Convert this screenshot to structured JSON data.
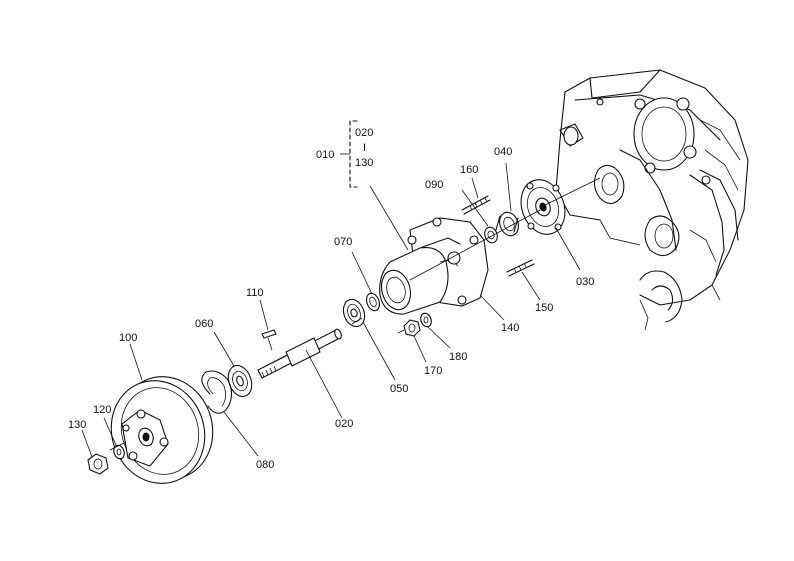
{
  "labels": {
    "p010": "010",
    "p020_top": "020",
    "p130_top": "130",
    "range_sep": "I",
    "p160": "160",
    "p040": "040",
    "p090": "090",
    "p070": "070",
    "p030": "030",
    "p150": "150",
    "p110": "110",
    "p140": "140",
    "p180": "180",
    "p100": "100",
    "p060": "060",
    "p170": "170",
    "p050": "050",
    "p120": "120",
    "p130": "130",
    "p020": "020",
    "p080": "080"
  }
}
